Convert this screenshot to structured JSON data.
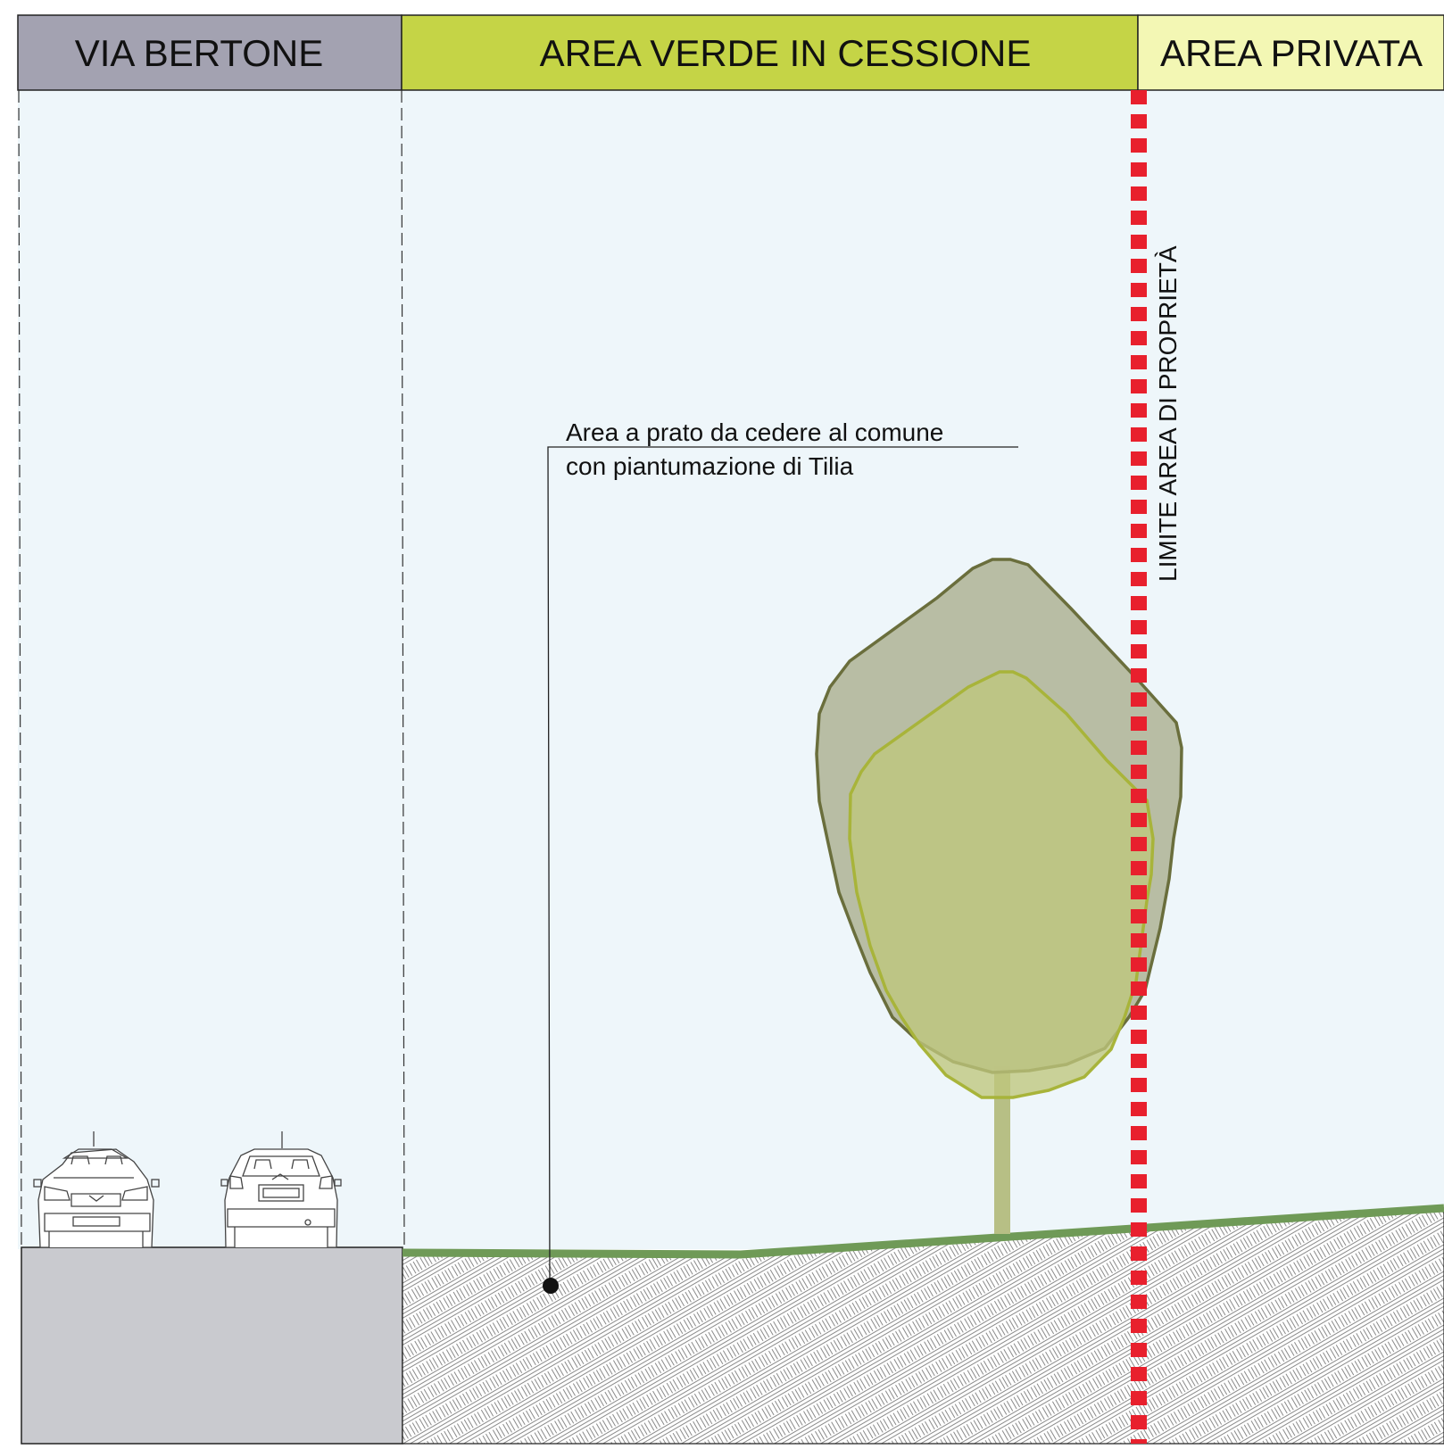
{
  "headers": {
    "road": "VIA BERTONE",
    "green_area": "AREA VERDE IN CESSIONE",
    "private_area": "AREA PRIVATA"
  },
  "annotations": {
    "lawn_line1": "Area a prato da cedere al comune",
    "lawn_line2": "con piantumazione di Tilia",
    "property_limit": "LIMITE AREA DI PROPRIETÀ"
  },
  "colors": {
    "road_header": "#a3a2b1",
    "green_header": "#c5d446",
    "private_header": "#f3f7b4",
    "sky": "#eef6fa",
    "road_block": "#c9cacf",
    "grass_line": "#6f9a57",
    "property_line": "#e8202d",
    "canopy_outer_fill": "#b4b99f",
    "canopy_outer_stroke": "#6a6e3c",
    "canopy_inner_fill": "#bfc67c",
    "canopy_inner_stroke": "#a8b43a",
    "trunk": "#b7bf85"
  },
  "icons": {
    "car_front": "car-front-icon",
    "car_rear": "car-rear-icon",
    "tree": "tilia-tree-icon"
  }
}
